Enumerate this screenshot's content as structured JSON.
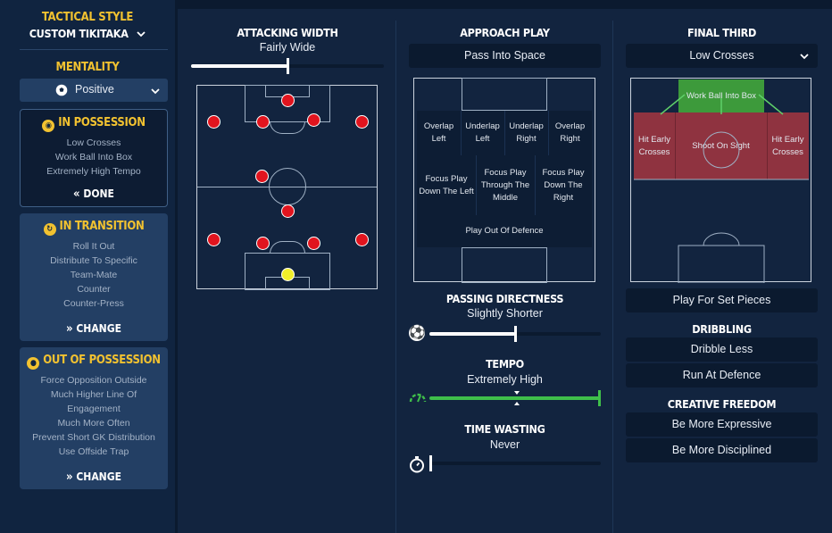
{
  "sidebar": {
    "tactical_style_label": "TACTICAL STYLE",
    "tactical_style_value": "CUSTOM TIKITAKA",
    "mentality_label": "MENTALITY",
    "mentality_value": "Positive",
    "in_possession": {
      "title": "IN POSSESSION",
      "items": [
        "Low Crosses",
        "Work Ball Into Box",
        "Extremely High Tempo"
      ],
      "button": "DONE"
    },
    "in_transition": {
      "title": "IN TRANSITION",
      "items": [
        "Roll It Out",
        "Distribute To Specific",
        "Team-Mate",
        "Counter",
        "Counter-Press"
      ],
      "button": "CHANGE"
    },
    "out_of_possession": {
      "title": "OUT OF POSSESSION",
      "items": [
        "Force Opposition Outside",
        "Much Higher Line Of",
        "Engagement",
        "Much More Often",
        "Prevent Short GK Distribution",
        "Use Offside Trap"
      ],
      "button": "CHANGE"
    }
  },
  "attacking_width": {
    "title": "ATTACKING WIDTH",
    "value": "Fairly Wide",
    "slider_fraction": 0.5
  },
  "approach_play": {
    "title": "APPROACH PLAY",
    "selected": "Pass Into Space",
    "zones": {
      "overlap_left": "Overlap Left",
      "underlap_left": "Underlap Left",
      "underlap_right": "Underlap Right",
      "overlap_right": "Overlap Right",
      "focus_left": "Focus Play Down The Left",
      "focus_middle": "Focus Play Through The Middle",
      "focus_right": "Focus Play Down The Right",
      "play_out": "Play Out Of Defence"
    }
  },
  "passing_directness": {
    "title": "PASSING DIRECTNESS",
    "value": "Slightly Shorter",
    "slider_fraction": 0.5
  },
  "tempo": {
    "title": "TEMPO",
    "value": "Extremely High",
    "slider_fraction": 1.0
  },
  "time_wasting": {
    "title": "TIME WASTING",
    "value": "Never",
    "slider_fraction": 0.0
  },
  "final_third": {
    "title": "FINAL THIRD",
    "selected": "Low Crosses",
    "zones": {
      "work_ball": "Work Ball Into Box",
      "hit_early_left": "Hit Early Crosses",
      "shoot_on_sight": "Shoot On Sight",
      "hit_early_right": "Hit Early Crosses"
    },
    "set_pieces": "Play For Set Pieces"
  },
  "dribbling": {
    "title": "DRIBBLING",
    "options": [
      "Dribble Less",
      "Run At Defence"
    ]
  },
  "creative_freedom": {
    "title": "CREATIVE FREEDOM",
    "options": [
      "Be More Expressive",
      "Be More Disciplined"
    ]
  },
  "colors": {
    "accent": "#f2c230",
    "tempo_green": "#3fbf4a",
    "player_red": "#e1141e",
    "keeper_yellow": "#f0ee2a",
    "final_red": "#8f3340",
    "final_green": "#3d9a3b"
  }
}
